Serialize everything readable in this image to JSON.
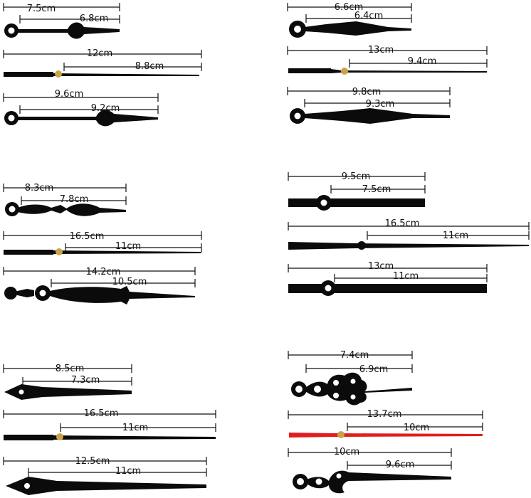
{
  "labels": {
    "s1_a": "7.5cm",
    "s1_b": "6.8cm",
    "s1_c": "12cm",
    "s1_d": "8.8cm",
    "s1_e": "9.6cm",
    "s1_f": "9.2cm",
    "s2_a": "6.6cm",
    "s2_b": "6.4cm",
    "s2_c": "13cm",
    "s2_d": "9.4cm",
    "s2_e": "9.8cm",
    "s2_f": "9.3cm",
    "s3_a": "8.3cm",
    "s3_b": "7.8cm",
    "s3_c": "16.5cm",
    "s3_d": "11cm",
    "s3_e": "14.2cm",
    "s3_f": "10.5cm",
    "s4_a": "9.5cm",
    "s4_b": "7.5cm",
    "s4_c": "16.5cm",
    "s4_d": "11cm",
    "s4_e": "13cm",
    "s4_f": "11cm",
    "s5_a": "8.5cm",
    "s5_b": "7.3cm",
    "s5_c": "16.5cm",
    "s5_d": "11cm",
    "s5_e": "12.5cm",
    "s5_f": "11cm",
    "s6_a": "7.4cm",
    "s6_b": "6.9cm",
    "s6_c": "13.7cm",
    "s6_d": "10cm",
    "s6_e": "10cm",
    "s6_f": "9.6cm"
  },
  "colors": {
    "hand": "#0b0b0b",
    "second_hand_red": "#e01e1e",
    "gold_pin": "#c9a24a"
  }
}
